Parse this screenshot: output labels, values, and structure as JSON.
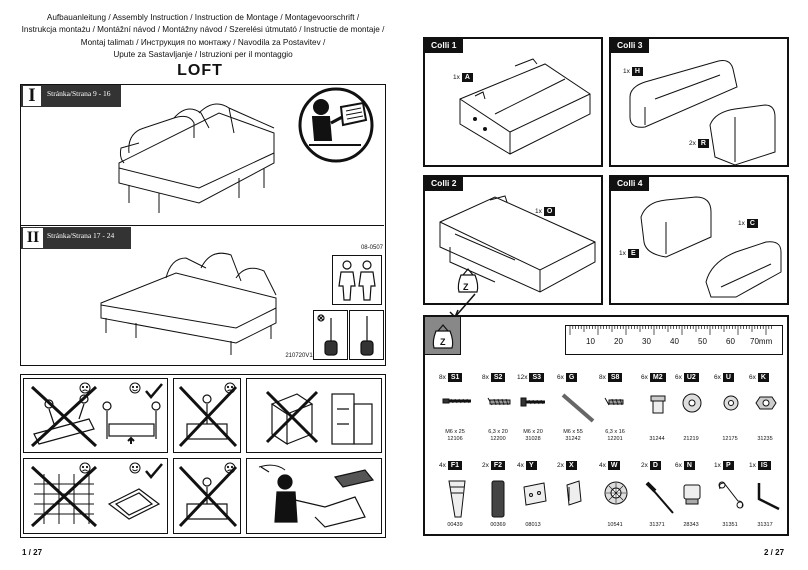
{
  "header": {
    "title_lines": [
      "Aufbauanleitung / Assembly Instruction / Instruction de Montage / Montagevoorschrift /",
      "Instrukcja montażu / Montážní návod / Montážny návod / Szerelési útmutató / Instructie de montaje /",
      "Montaj talimatı / Инструкция по монтажу / Navodila za Postavitev /",
      "Upute za Sastavljanje / Istruzioni per il montaggio"
    ],
    "product": "LOFT"
  },
  "sections": [
    {
      "numeral": "I",
      "label": "Stránka/Strana 9 - 16"
    },
    {
      "numeral": "II",
      "label": "Stránka/Strana 17 - 24"
    }
  ],
  "labels": {
    "code_top": "08-0507",
    "code_bottom": "210720V1"
  },
  "colli": [
    {
      "title": "Colli 1",
      "parts": [
        {
          "qty": "1x",
          "key": "A"
        }
      ]
    },
    {
      "title": "Colli 3",
      "parts": [
        {
          "qty": "1x",
          "key": "H"
        },
        {
          "qty": "2x",
          "key": "R"
        }
      ]
    },
    {
      "title": "Colli 2",
      "parts": [
        {
          "qty": "1x",
          "key": "O"
        }
      ]
    },
    {
      "title": "Colli 4",
      "parts": [
        {
          "qty": "1x",
          "key": "C"
        },
        {
          "qty": "1x",
          "key": "E"
        }
      ]
    }
  ],
  "ruler": {
    "ticks": [
      "10",
      "20",
      "30",
      "40",
      "50",
      "60",
      "70mm"
    ]
  },
  "hardware_row1": [
    {
      "qty": "8x",
      "key": "S1",
      "spec": "M6 x 25",
      "code": "12106"
    },
    {
      "qty": "8x",
      "key": "S2",
      "spec": "6,3 x 20",
      "code": "12200"
    },
    {
      "qty": "12x",
      "key": "S3",
      "spec": "M6 x 20",
      "code": "31028"
    },
    {
      "qty": "6x",
      "key": "G",
      "spec": "M6 x 55",
      "code": "31242"
    },
    {
      "qty": "8x",
      "key": "S8",
      "spec": "6,3 x 16",
      "code": "12201"
    },
    {
      "qty": "6x",
      "key": "M2",
      "spec": "",
      "code": "31244"
    },
    {
      "qty": "6x",
      "key": "U2",
      "spec": "",
      "code": "21219"
    },
    {
      "qty": "6x",
      "key": "U",
      "spec": "",
      "code": "12175"
    },
    {
      "qty": "6x",
      "key": "K",
      "spec": "",
      "code": "31235"
    }
  ],
  "hardware_row2": [
    {
      "qty": "4x",
      "key": "F1",
      "code": "00439"
    },
    {
      "qty": "2x",
      "key": "F2",
      "code": "00369"
    },
    {
      "qty": "4x",
      "key": "Y",
      "code": "08013"
    },
    {
      "qty": "2x",
      "key": "X",
      "code": ""
    },
    {
      "qty": "4x",
      "key": "W",
      "code": "10541"
    },
    {
      "qty": "2x",
      "key": "D",
      "code": "31371"
    },
    {
      "qty": "6x",
      "key": "N",
      "code": "28343"
    },
    {
      "qty": "1x",
      "key": "P",
      "code": "31351"
    },
    {
      "qty": "1x",
      "key": "IS",
      "code": "31317"
    }
  ],
  "bag_letter": "Z",
  "page_left": "1 / 27",
  "page_right": "2 / 27"
}
